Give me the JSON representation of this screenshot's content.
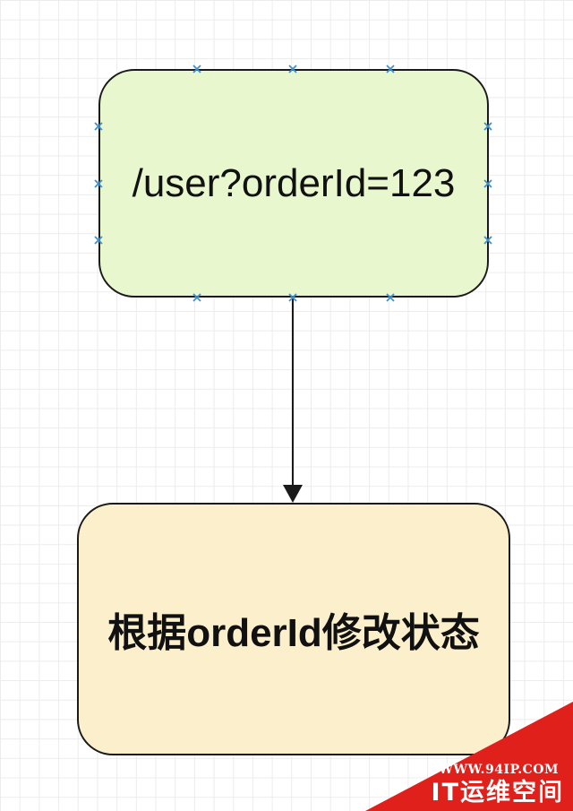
{
  "diagram": {
    "nodes": [
      {
        "id": "request",
        "label": "/user?orderId=123",
        "fill": "#e9f7cf"
      },
      {
        "id": "update-status",
        "label": "根据orderId修改状态",
        "fill": "#fcefcc"
      }
    ],
    "edges": [
      {
        "from": "request",
        "to": "update-status",
        "arrow": "filled-triangle"
      }
    ],
    "selected_node": "request",
    "handle_color": "#3d8fd1"
  },
  "watermark": {
    "url": "WWW.94IP.COM",
    "name": "IT运维空间",
    "color": "#e0201b"
  }
}
